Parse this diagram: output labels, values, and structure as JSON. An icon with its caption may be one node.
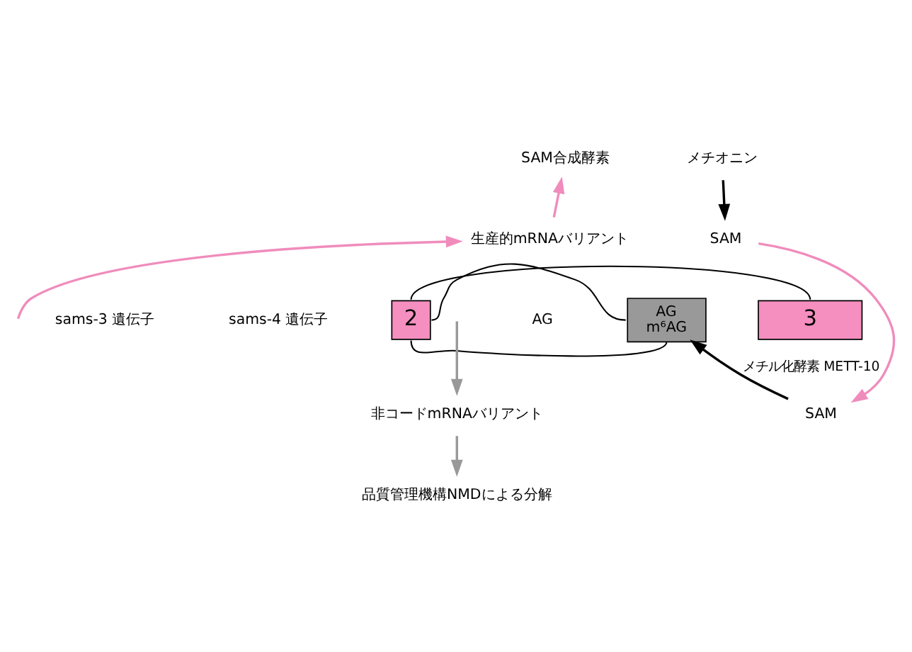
{
  "diagram": {
    "nodes": [
      {
        "text": [
          "SAM合成酵素"
        ]
      },
      {
        "text": [
          "生産的mRNAバリアント"
        ]
      },
      {
        "text": [
          "2"
        ]
      },
      {
        "text": [
          "AG",
          "m⁶AG"
        ]
      },
      {
        "text": [
          "3"
        ]
      },
      {
        "text": [
          "非コードmRNAバリアント"
        ]
      },
      {
        "text": [
          "品質管理機構NMDによる分解"
        ]
      },
      {
        "text": [
          "メチオニン"
        ]
      },
      {
        "text": [
          "SAM"
        ]
      },
      {
        "text": [
          "SAM"
        ]
      }
    ],
    "edges": [
      {
        "from": 2,
        "to": 4,
        "arrow": "none"
      },
      {
        "from": 2,
        "to": 3,
        "arrow": "none"
      },
      {
        "from": 2,
        "to": 3,
        "arrow": "none"
      },
      {
        "from": null,
        "to": 1,
        "arrow": "to",
        "color": "#f08cbc"
      },
      {
        "from": 1,
        "to": 0,
        "arrow": "to",
        "color": "#f08cbc"
      },
      {
        "from": null,
        "to": 5,
        "arrow": "to",
        "color": "#999999"
      },
      {
        "from": 5,
        "to": 6,
        "arrow": "to",
        "color": "#999999"
      },
      {
        "from": 7,
        "to": 8,
        "arrow": "to"
      },
      {
        "from": 8,
        "to": 9,
        "arrow": "to",
        "color": "#f08cbc"
      },
      {
        "from": 9,
        "to": 3,
        "arrow": "to",
        "label": "メチル化酵素 METT-10"
      }
    ],
    "labels": [
      "sams-3 遺伝子",
      "sams-4 遺伝子",
      "AG"
    ]
  }
}
